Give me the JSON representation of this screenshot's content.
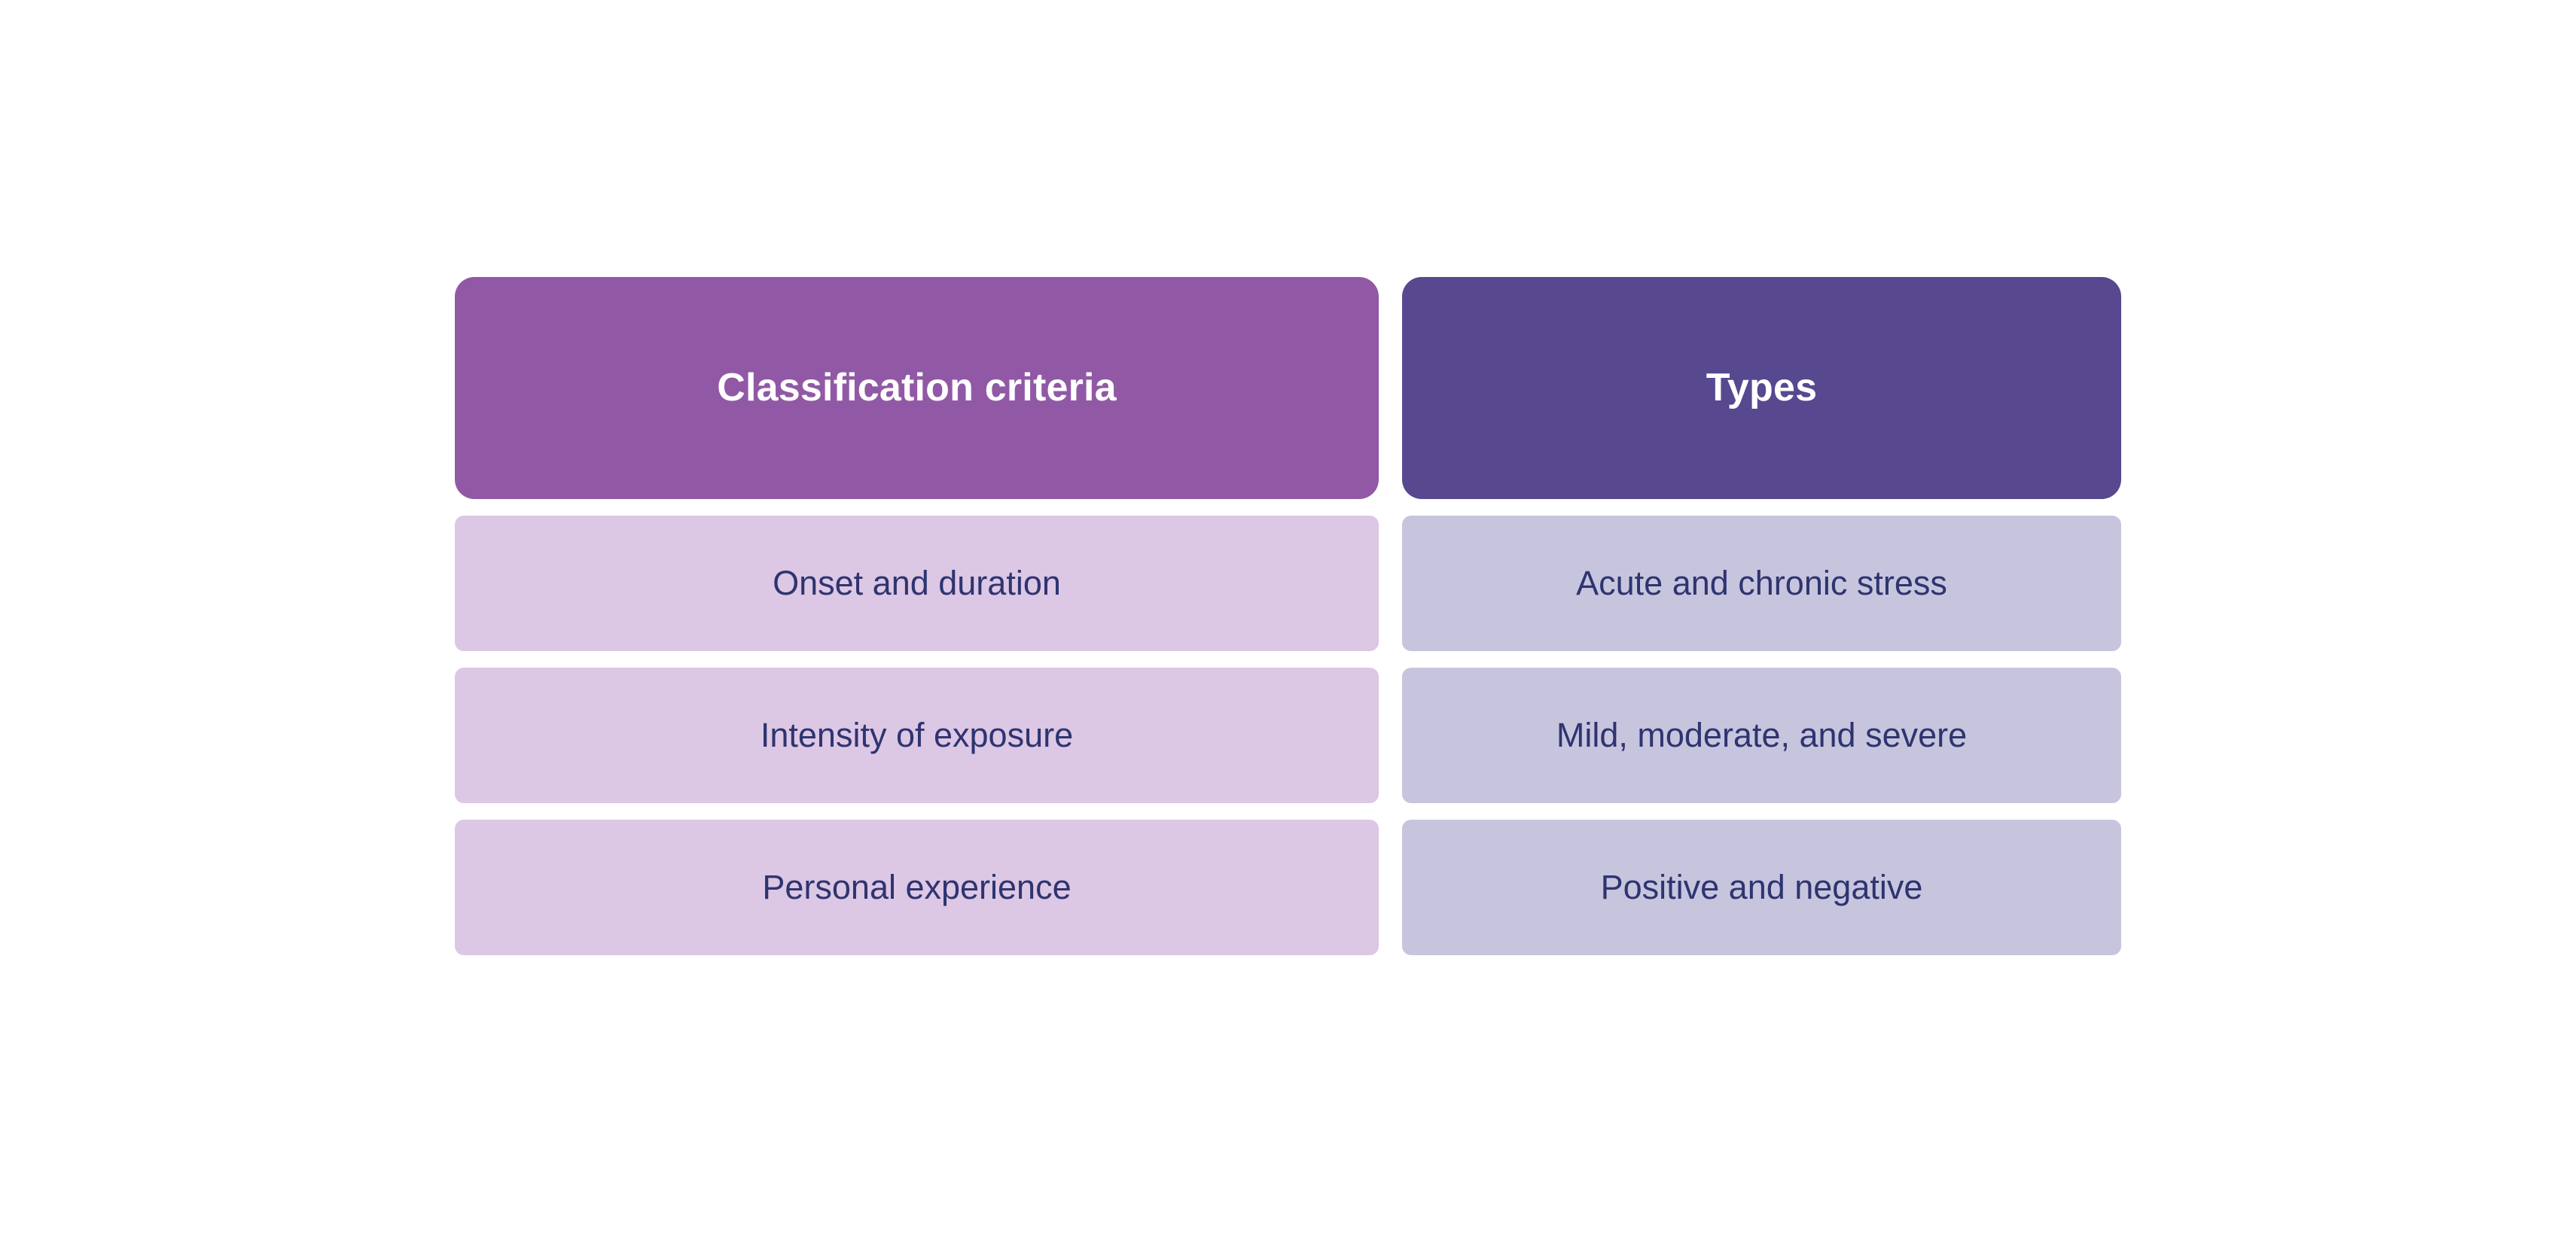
{
  "table": {
    "columns": [
      {
        "key": "criteria",
        "header": "Classification criteria"
      },
      {
        "key": "types",
        "header": "Types"
      }
    ],
    "rows": [
      {
        "criteria": "Onset and duration",
        "types": "Acute and chronic stress"
      },
      {
        "criteria": "Intensity of exposure",
        "types": "Mild, moderate, and severe"
      },
      {
        "criteria": "Personal experience",
        "types": "Positive and negative"
      }
    ]
  },
  "colors": {
    "background": "#ffffff",
    "header_left": "#9159a5",
    "header_right": "#574890",
    "cell_left": "#dcc7e4",
    "cell_right": "#c7c5de",
    "header_text": "#ffffff",
    "body_text": "#2e3470"
  }
}
